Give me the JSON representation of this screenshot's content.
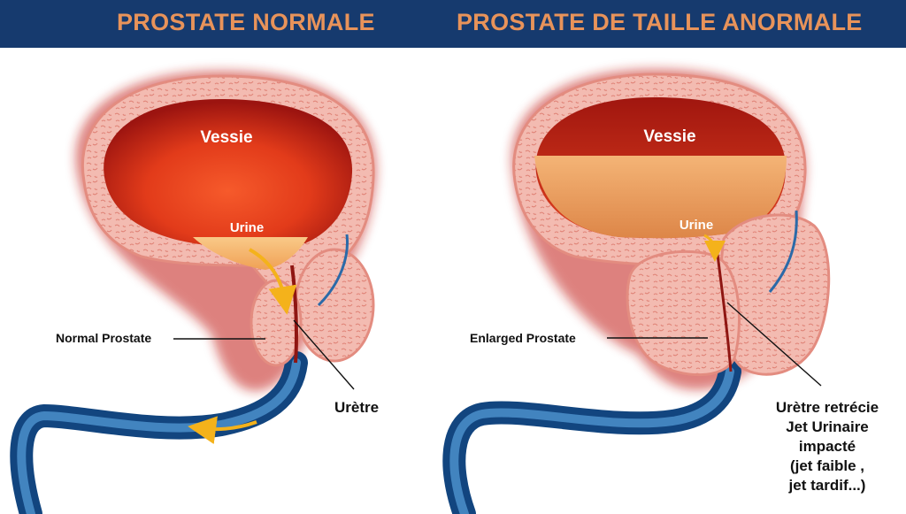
{
  "colors": {
    "header_bg": "#163a6e",
    "title_text": "#e8935a",
    "tissue": "#f1b7ac",
    "tissue_border": "#e08a7e",
    "bladder_inner": "#d83a1c",
    "urine": "#f2a655",
    "urethra_blue": "#1f5b97",
    "arrow": "#f4b21b"
  },
  "header": {
    "left_title": "PROSTATE NORMALE",
    "right_title": "PROSTATE DE TAILLE ANORMALE"
  },
  "left_panel": {
    "bladder_label": "Vessie",
    "urine_label": "Urine",
    "prostate_label": "Normal Prostate",
    "urethra_label": "Urètre"
  },
  "right_panel": {
    "bladder_label": "Vessie",
    "urine_label": "Urine",
    "prostate_label": "Enlarged Prostate",
    "urethra_lines": [
      "Urètre retrécie",
      "Jet Urinaire",
      "impacté",
      "(jet faible ,",
      "jet tardif...)"
    ]
  },
  "icons": {
    "flow_arrow": "curved-arrow-icon",
    "prostate_texture": "cell-texture-pattern"
  }
}
